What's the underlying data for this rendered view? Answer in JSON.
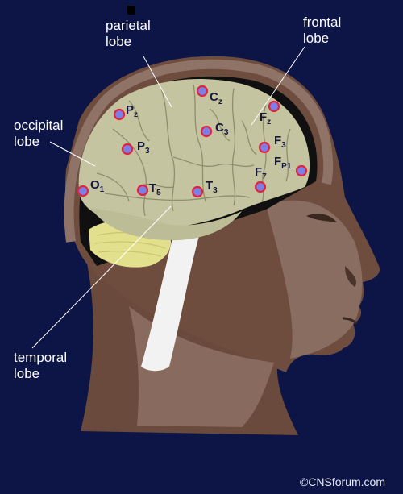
{
  "labels": {
    "parietal": "parietal\nlobe",
    "frontal": "frontal\nlobe",
    "occipital": "occipital\nlobe",
    "temporal": "temporal\nlobe"
  },
  "electrodes": [
    {
      "id": "cz",
      "main": "C",
      "sub": "z"
    },
    {
      "id": "fz",
      "main": "F",
      "sub": "z"
    },
    {
      "id": "pz",
      "main": "P",
      "sub": "z"
    },
    {
      "id": "c3",
      "main": "C",
      "sub": "3"
    },
    {
      "id": "f3",
      "main": "F",
      "sub": "3"
    },
    {
      "id": "p3",
      "main": "P",
      "sub": "3"
    },
    {
      "id": "fp1",
      "main": "F",
      "sub": "P1"
    },
    {
      "id": "f7",
      "main": "F",
      "sub": "7"
    },
    {
      "id": "o1",
      "main": "O",
      "sub": "1"
    },
    {
      "id": "t5",
      "main": "T",
      "sub": "5"
    },
    {
      "id": "t3",
      "main": "T",
      "sub": "3"
    },
    {
      "id": "f7-dot-only",
      "main": "",
      "sub": ""
    }
  ],
  "credit": "©CNSforum.com",
  "colors": {
    "background": "#0d1547",
    "skin": "#6e4d3f",
    "skin_light": "#8f7367",
    "brain": "#c4c4a0",
    "cerebellum": "#e2e08c",
    "electrode_fill": "#7b7fe6",
    "electrode_ring": "#e2233d"
  }
}
